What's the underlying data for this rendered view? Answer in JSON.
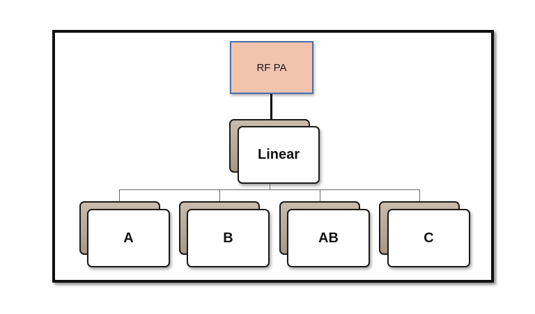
{
  "diagram": {
    "root": {
      "label": "RF PA"
    },
    "middle": {
      "label": "Linear"
    },
    "leaves": [
      {
        "label": "A"
      },
      {
        "label": "B"
      },
      {
        "label": "AB"
      },
      {
        "label": "C"
      }
    ],
    "colors": {
      "root_fill": "#f2c4ae",
      "root_border": "#4a6fa8",
      "card_back": "#b3a594",
      "card_front": "#ffffff",
      "frame_border": "#111111"
    }
  }
}
